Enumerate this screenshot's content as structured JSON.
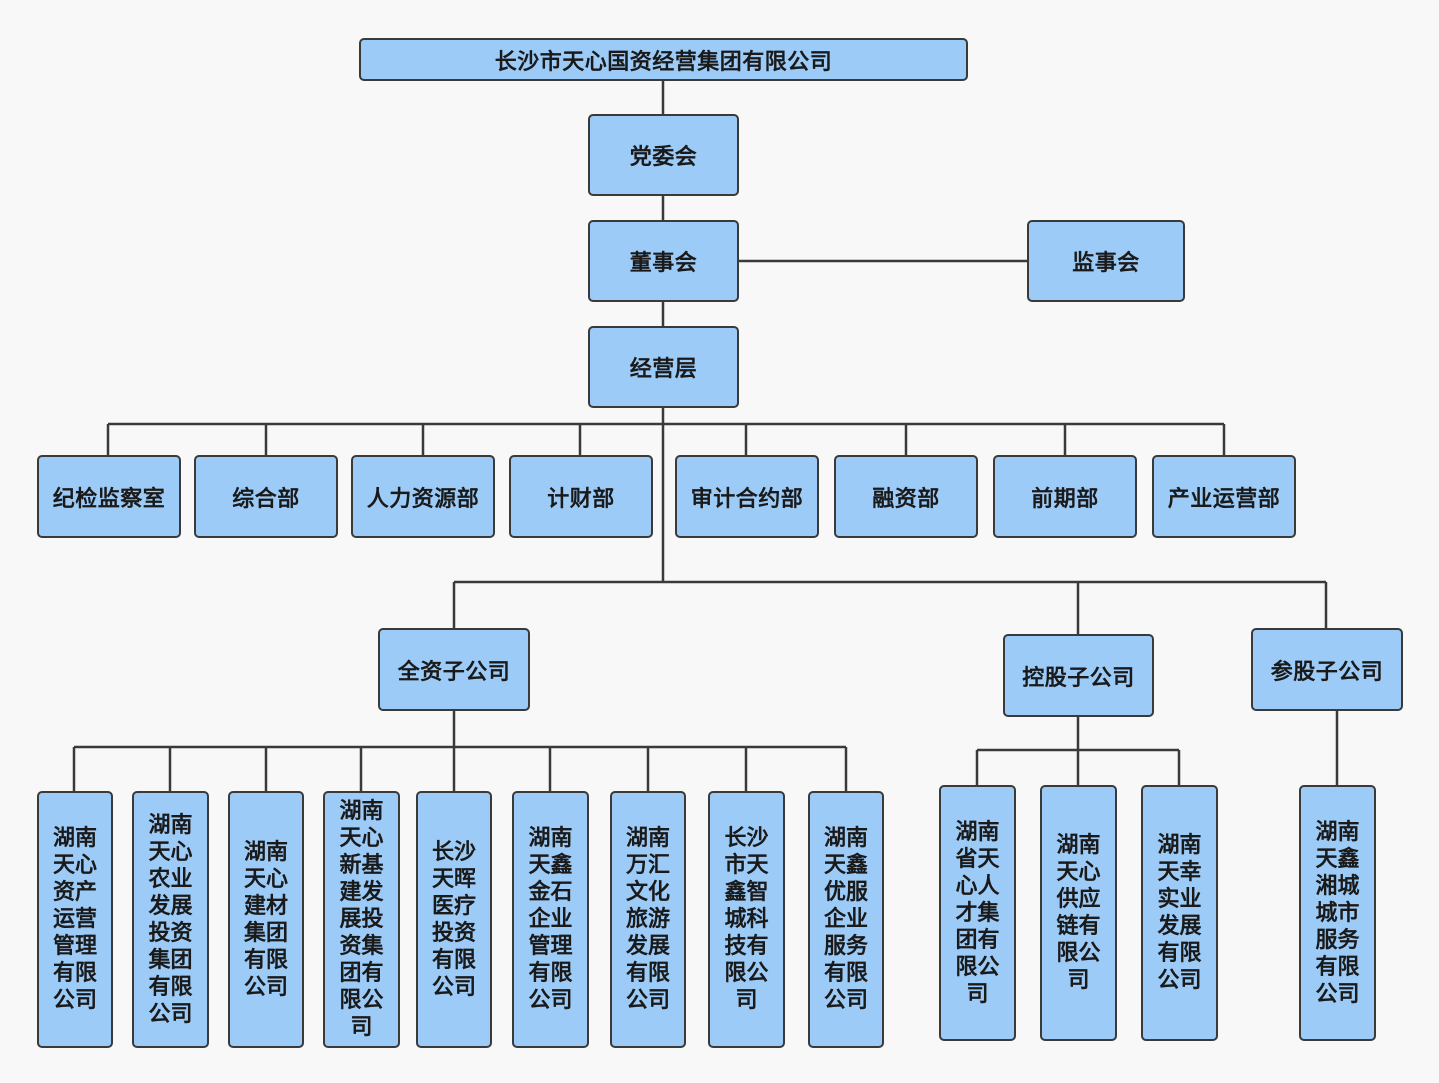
{
  "top": "长沙市天心国资经营集团有限公司",
  "party": "党委会",
  "board": "董事会",
  "supervisory": "监事会",
  "management": "经营层",
  "departments": [
    "纪检监察室",
    "综合部",
    "人力资源部",
    "计财部",
    "审计合约部",
    "融资部",
    "前期部",
    "产业运营部"
  ],
  "categories": {
    "wholly_owned": "全资子公司",
    "holding": "控股子公司",
    "participating": "参股子公司"
  },
  "wholly_owned_companies": [
    "湖南天心资产运营管理有限公司",
    "湖南天心农业发展投资集团有限公司",
    "湖南天心建材集团有限公司",
    "湖南天心新基建发展投资集团有限公司",
    "长沙天晖医疗投资有限公司",
    "湖南天鑫金石企业管理有限公司",
    "湖南万汇文化旅游发展有限公司",
    "长沙市天鑫智城科技有限公司",
    "湖南天鑫优服企业服务有限公司"
  ],
  "holding_companies": [
    "湖南省天心人才集团有限公司",
    "湖南天心供应链有限公司",
    "湖南天幸实业发展有限公司"
  ],
  "participating_companies": [
    "湖南天鑫湘城城市服务有限公司"
  ],
  "colors": {
    "box_fill": "#9ccbf8",
    "border": "#3a3a3a",
    "line": "#3a3a3a",
    "background": "#f8f8f8"
  }
}
